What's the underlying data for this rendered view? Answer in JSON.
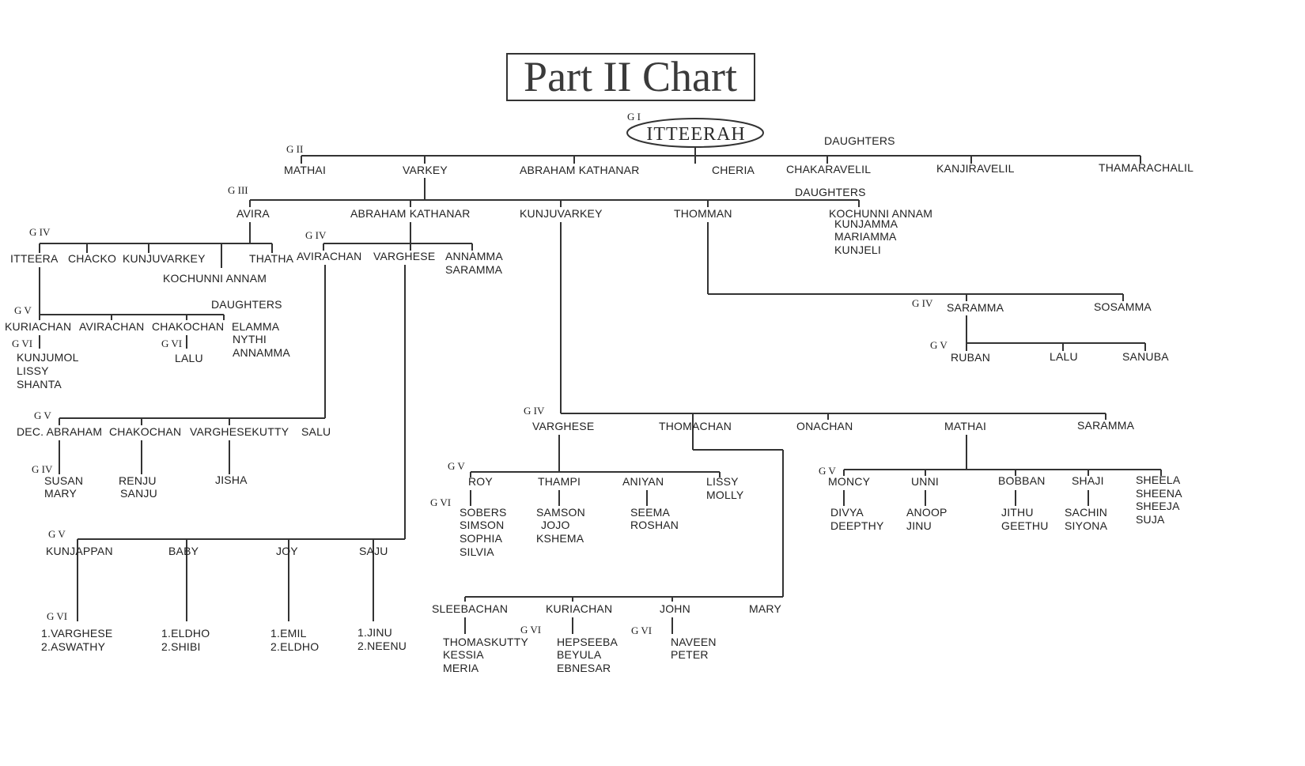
{
  "title": "Part II Chart",
  "root": "ITTEERAH",
  "generations": [
    "G I",
    "G II",
    "G III",
    "G IV",
    "G V",
    "G VI"
  ],
  "labels": [
    "DAUGHTERS",
    "MATHAI",
    "VARKEY",
    "ABRAHAM KATHANAR",
    "CHERIA",
    "CHAKARAVELIL",
    "KANJIRAVELIL",
    "THAMARACHALIL",
    "AVIRA",
    "KUNJUVARKEY",
    "THOMMAN",
    "KOCHUNNI ANNAM",
    "KUNJAMMA",
    "MARIAMMA",
    "KUNJELI",
    "ITTEERA",
    "CHACKO",
    "THATHA",
    "AVIRACHAN",
    "VARGHESE",
    "ANNAMMA",
    "SARAMMA",
    "KURIACHAN",
    "CHAKOCHAN",
    "ELAMMA",
    "NYTHI",
    "KUNJUMOL",
    "LISSY",
    "SHANTA",
    "LALU",
    "SOSAMMA",
    "RUBAN",
    "SANUBA",
    "DEC. ABRAHAM",
    "VARGHESEKUTTY",
    "SALU",
    "SUSAN",
    "MARY",
    "RENJU",
    "SANJU",
    "JISHA",
    "THOMACHAN",
    "ONACHAN",
    "ROY",
    "THAMPI",
    "ANIYAN",
    "MOLLY",
    "SOBERS",
    "SIMSON",
    "SOPHIA",
    "SILVIA",
    "SAMSON",
    "JOJO",
    "KSHEMA",
    "SEEMA",
    "ROSHAN",
    "MONCY",
    "UNNI",
    "BOBBAN",
    "SHAJI",
    "SHEELA",
    "SHEENA",
    "SHEEJA",
    "SUJA",
    "DIVYA",
    "DEEPTHY",
    "ANOOP",
    "JINU",
    "JITHU",
    "GEETHU",
    "SACHIN",
    "SIYONA",
    "KUNJAPPAN",
    "BABY",
    "JOY",
    "SAJU",
    "1.VARGHESE",
    "2.ASWATHY",
    "1.ELDHO",
    "2.SHIBI",
    "1.EMIL",
    "2.ELDHO",
    "1.JINU",
    "2.NEENU",
    "SLEEBACHAN",
    "JOHN",
    "THOMASKUTTY",
    "KESSIA",
    "MERIA",
    "HEPSEEBA",
    "BEYULA",
    "EBNESAR",
    "NAVEEN",
    "PETER"
  ]
}
